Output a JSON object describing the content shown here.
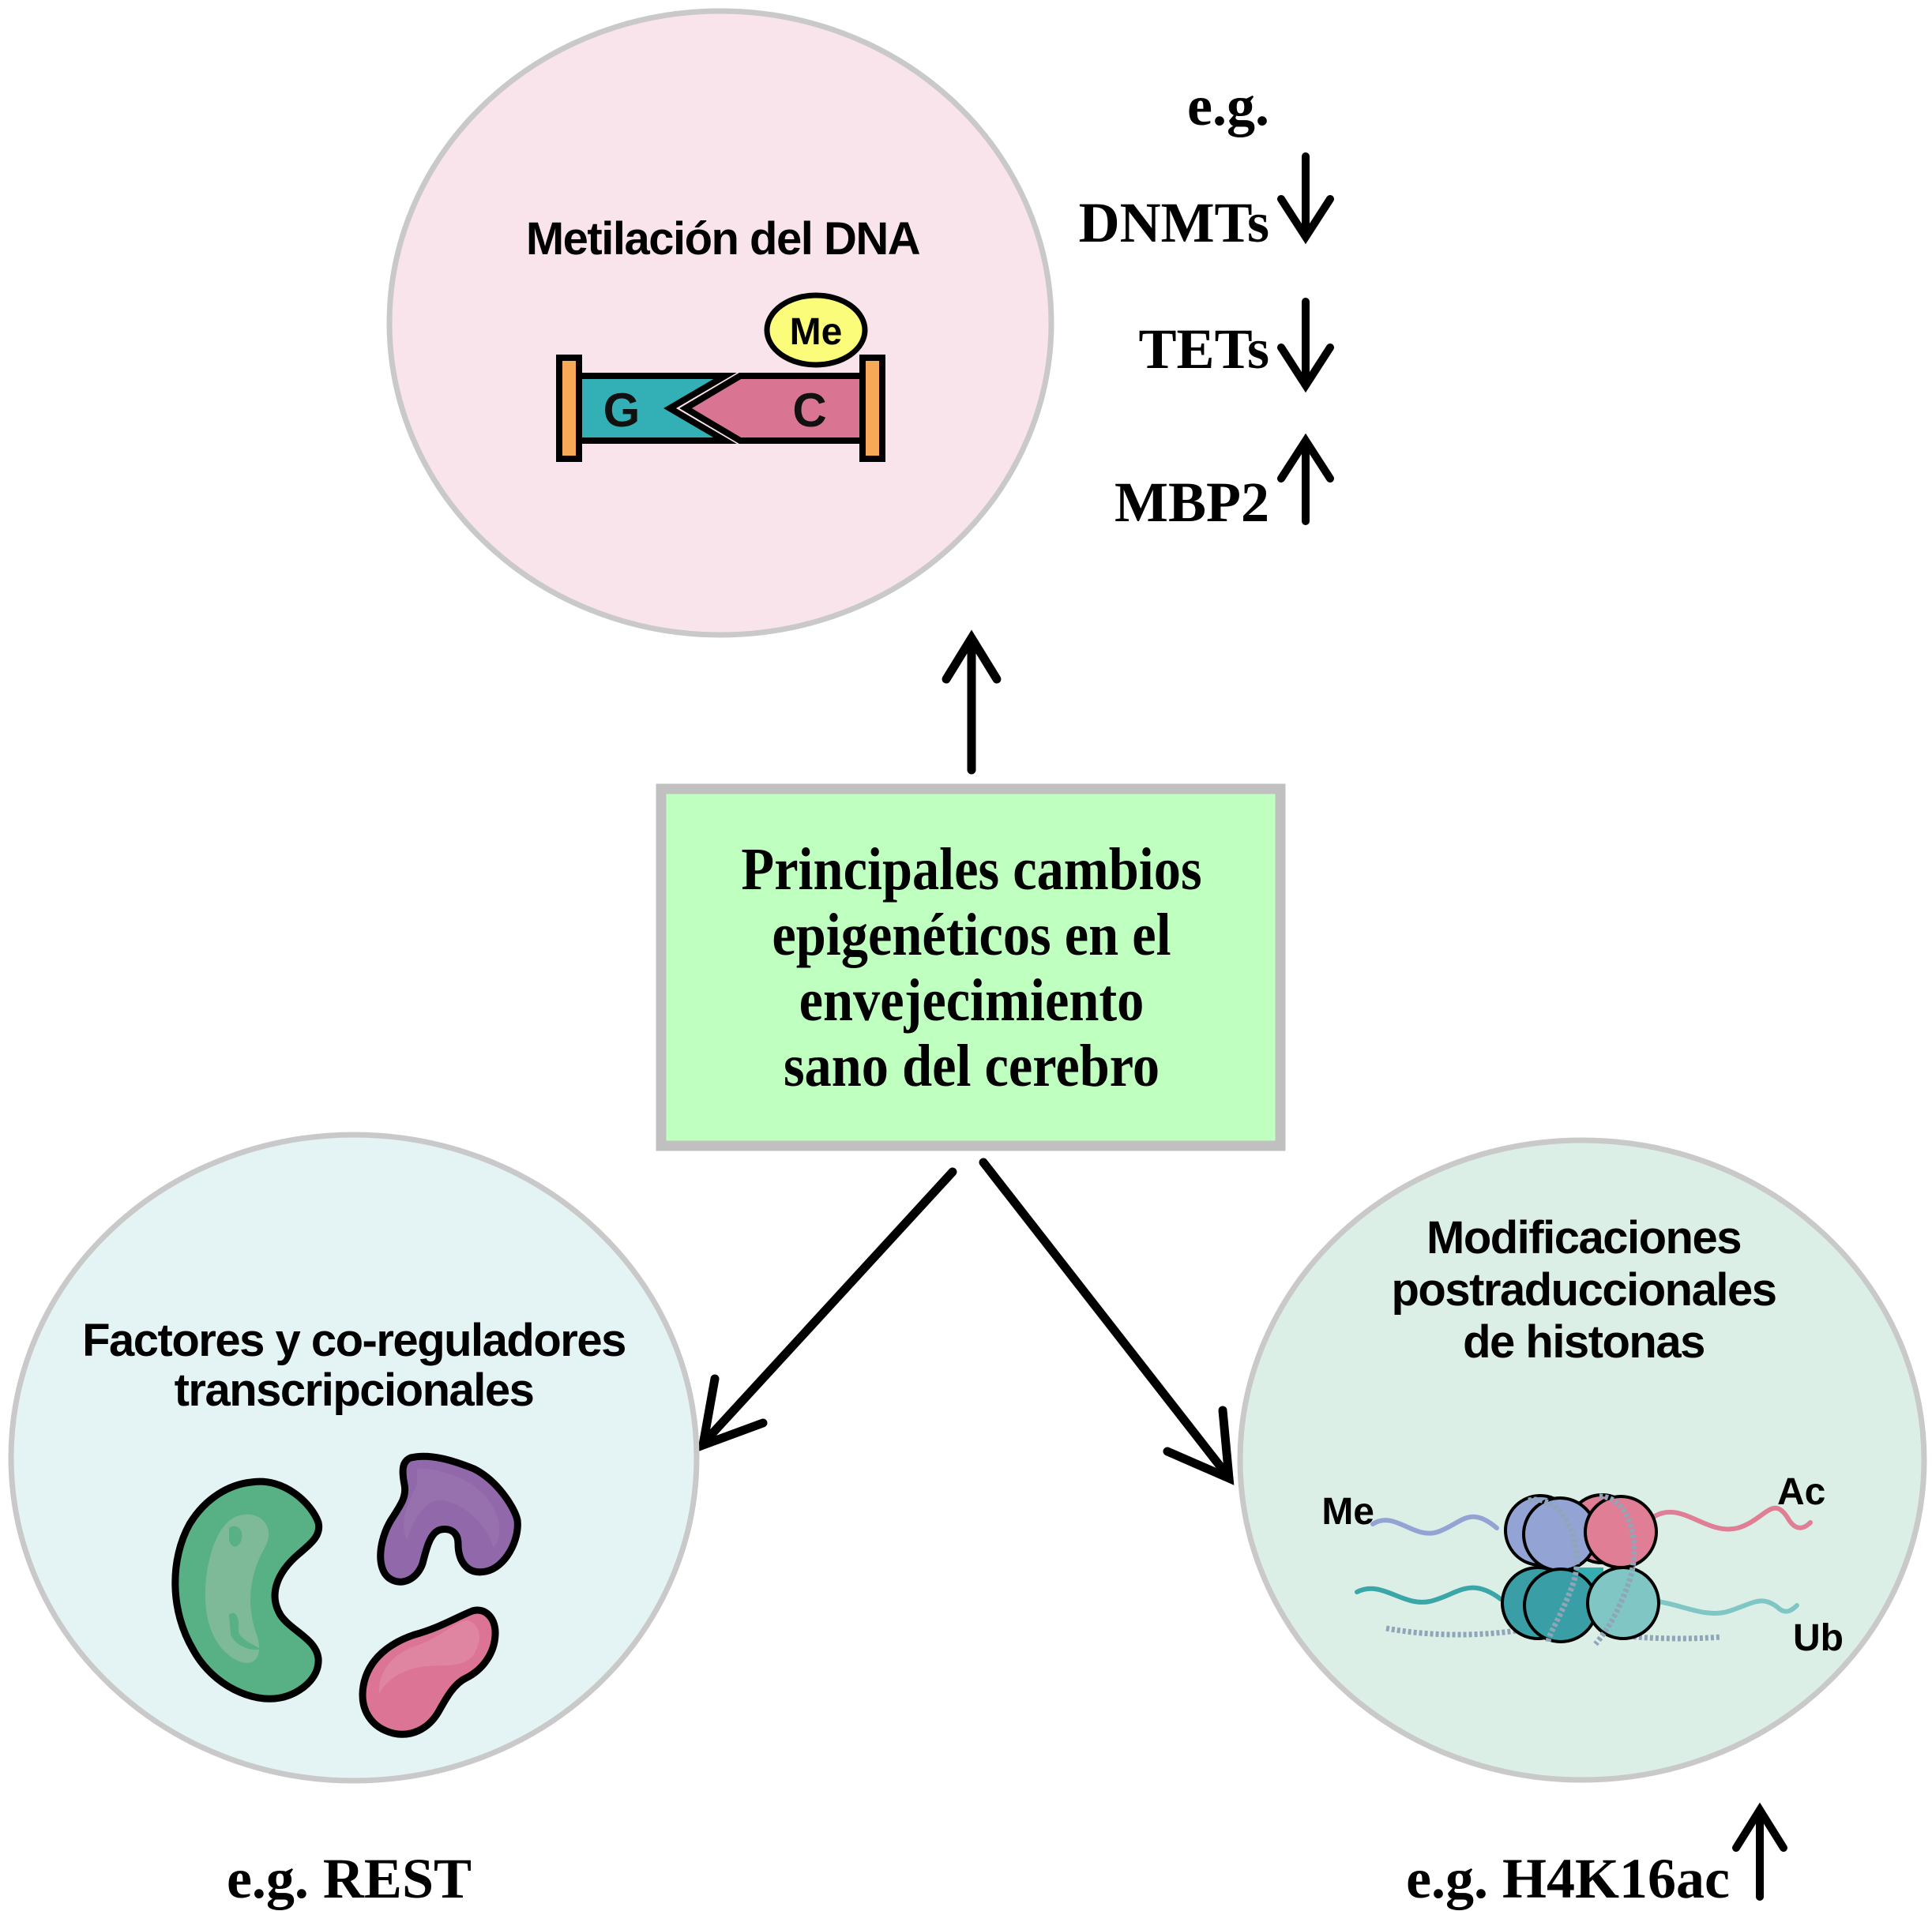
{
  "colors": {
    "circle_border": "#c9c9c9",
    "dna_circle_fill": "#f8e4ea",
    "tf_circle_fill": "#e4f3f4",
    "histone_circle_fill": "#dcefe6",
    "box_fill": "#bfffc0",
    "box_border": "#c0c0c0",
    "teal": "#33b0b5",
    "pink": "#d97593",
    "orange": "#f8a957",
    "yellow": "#fbfd7a",
    "protein_green": "#57b185",
    "protein_purple": "#9168a9",
    "protein_pink": "#dc7595",
    "histone_blue": "#93a3d4",
    "histone_pink": "#df7e95",
    "histone_teal": "#3a9ea6",
    "histone_lightteal": "#7fc6c4"
  },
  "center": {
    "lines": [
      "Principales cambios",
      "epigenéticos en el",
      "envejecimiento",
      "sano del cerebro"
    ]
  },
  "dna_methylation": {
    "title": "Metilación del DNA",
    "base_left": "G",
    "base_right": "C",
    "mark": "Me",
    "examples_label": "e.g.",
    "examples": [
      {
        "name": "DNMTs",
        "direction": "down",
        "icon": "arrow-down-icon"
      },
      {
        "name": "TETs",
        "direction": "down",
        "icon": "arrow-down-icon"
      },
      {
        "name": "MBP2",
        "direction": "up",
        "icon": "arrow-up-icon"
      }
    ]
  },
  "transcription_factors": {
    "title_lines": [
      "Factores y co-reguladores",
      "transcripcionales"
    ],
    "example": "e.g. REST"
  },
  "histone_mods": {
    "title_lines": [
      "Modificaciones",
      "postraduccionales",
      "de histonas"
    ],
    "marks": {
      "methyl": "Me",
      "acetyl": "Ac",
      "ubiquitin": "Ub"
    },
    "example": "e.g. H4K16ac",
    "example_direction": "up"
  }
}
